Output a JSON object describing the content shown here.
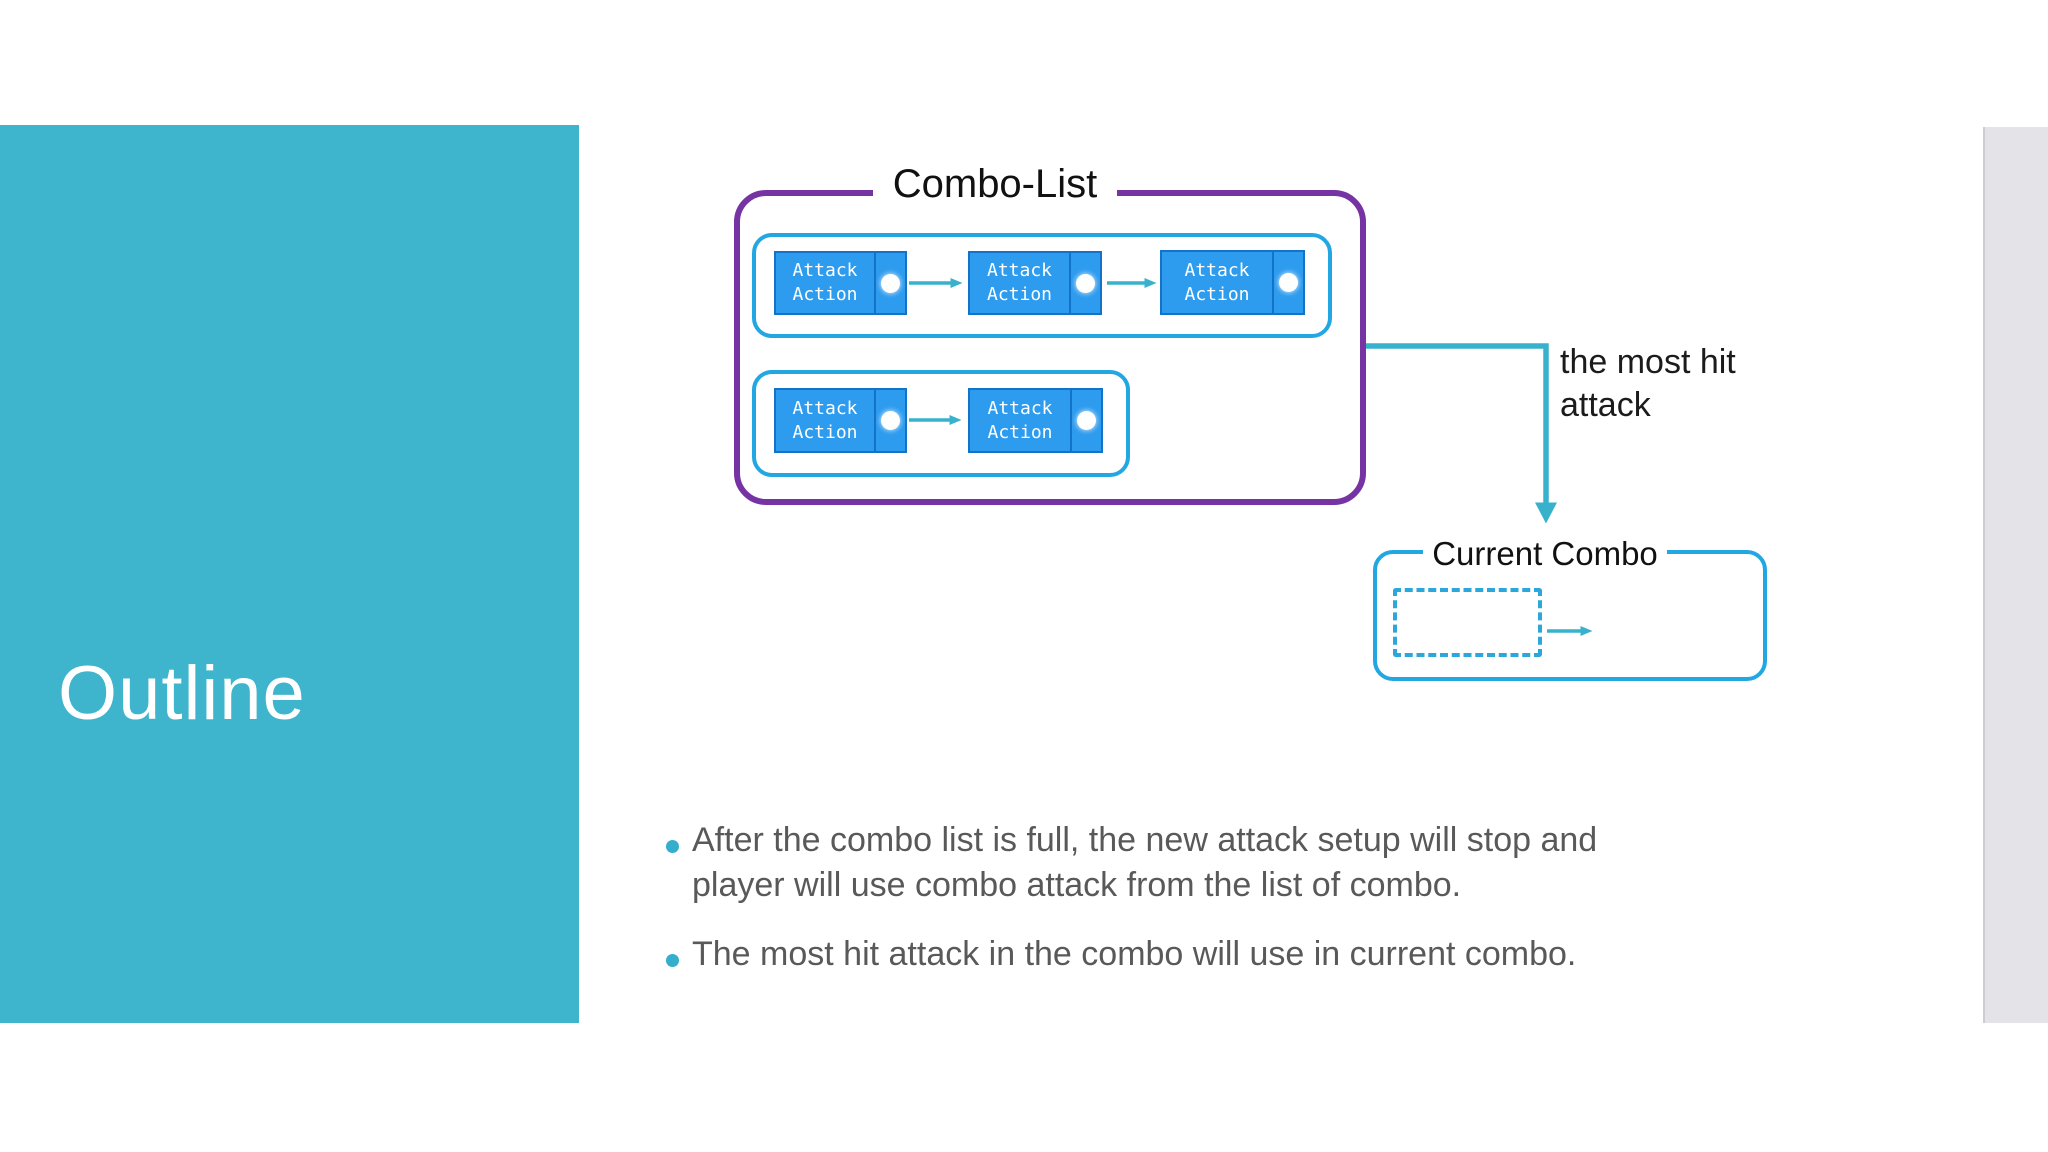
{
  "sidebar": {
    "title": "Outline"
  },
  "diagram": {
    "combo_list": {
      "label": "Combo-List",
      "rows": [
        {
          "nodes": [
            {
              "label": "Attack\nAction"
            },
            {
              "label": "Attack\nAction"
            },
            {
              "label": "Attack\nAction"
            }
          ]
        },
        {
          "nodes": [
            {
              "label": "Attack\nAction"
            },
            {
              "label": "Attack\nAction"
            }
          ]
        }
      ]
    },
    "annotation": "the most hit\nattack",
    "current_combo": {
      "label": "Current Combo"
    }
  },
  "bullets": [
    {
      "lines": [
        "After the combo list is full, the new attack setup will stop and",
        "player will use combo attack from the list of combo."
      ]
    },
    {
      "lines": [
        "The most hit attack in the combo will use in current combo."
      ]
    }
  ],
  "colors": {
    "sidebar_teal": "#3FB5CD",
    "combo_list_border_purple": "#7633A3",
    "container_border_cyan": "#22A7E3",
    "node_fill_blue": "#2D9BEE",
    "node_border_blue": "#1273C8",
    "arrow_teal": "#38B2CC",
    "bullet_dot_teal": "#35AECB",
    "body_text_gray": "#595959",
    "label_text_black": "#1B1B1B",
    "next_slide_strip_gray": "#E4E3E7"
  }
}
